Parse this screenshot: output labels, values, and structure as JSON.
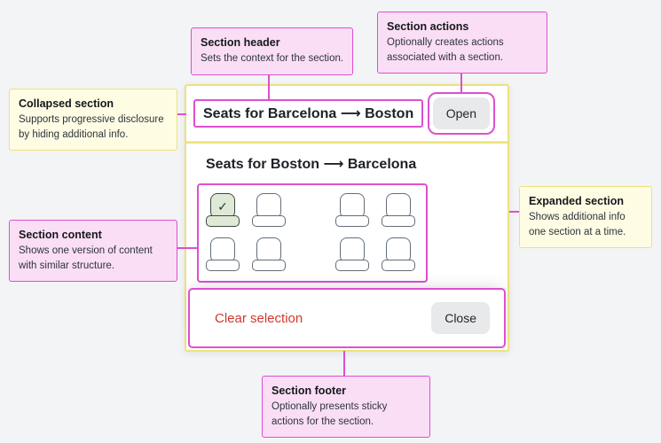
{
  "callouts": {
    "section_header": {
      "title": "Section header",
      "body": "Sets the context for the section."
    },
    "section_actions": {
      "title": "Section actions",
      "body": "Optionally creates actions associated with a section."
    },
    "collapsed_section": {
      "title": "Collapsed section",
      "body": "Supports progressive disclosure by hiding additional info."
    },
    "section_content": {
      "title": "Section content",
      "body": "Shows one version of content with similar structure."
    },
    "expanded_section": {
      "title": "Expanded section",
      "body": "Shows additional info one section at a time."
    },
    "section_footer": {
      "title": "Section footer",
      "body": "Optionally presents sticky actions for the section."
    }
  },
  "card": {
    "collapsed_section": {
      "title": "Seats for Barcelona ⟶ Boston",
      "action_label": "Open"
    },
    "expanded_section": {
      "title": "Seats for Boston ⟶ Barcelona"
    },
    "footer": {
      "clear_label": "Clear selection",
      "close_label": "Close"
    }
  },
  "seatmap": {
    "check_glyph": "✓",
    "rows": [
      [
        "selected",
        "available",
        "available",
        "available"
      ],
      [
        "available",
        "available",
        "available",
        "available"
      ]
    ]
  },
  "colors": {
    "annotation_pink": "#de4fd0",
    "annotation_pink_bg": "#fadef5",
    "annotation_yellow": "#ece27d",
    "annotation_yellow_bg": "#fffce4",
    "danger_text": "#d2382c",
    "seat_selected_bg": "#dfe9d7"
  }
}
